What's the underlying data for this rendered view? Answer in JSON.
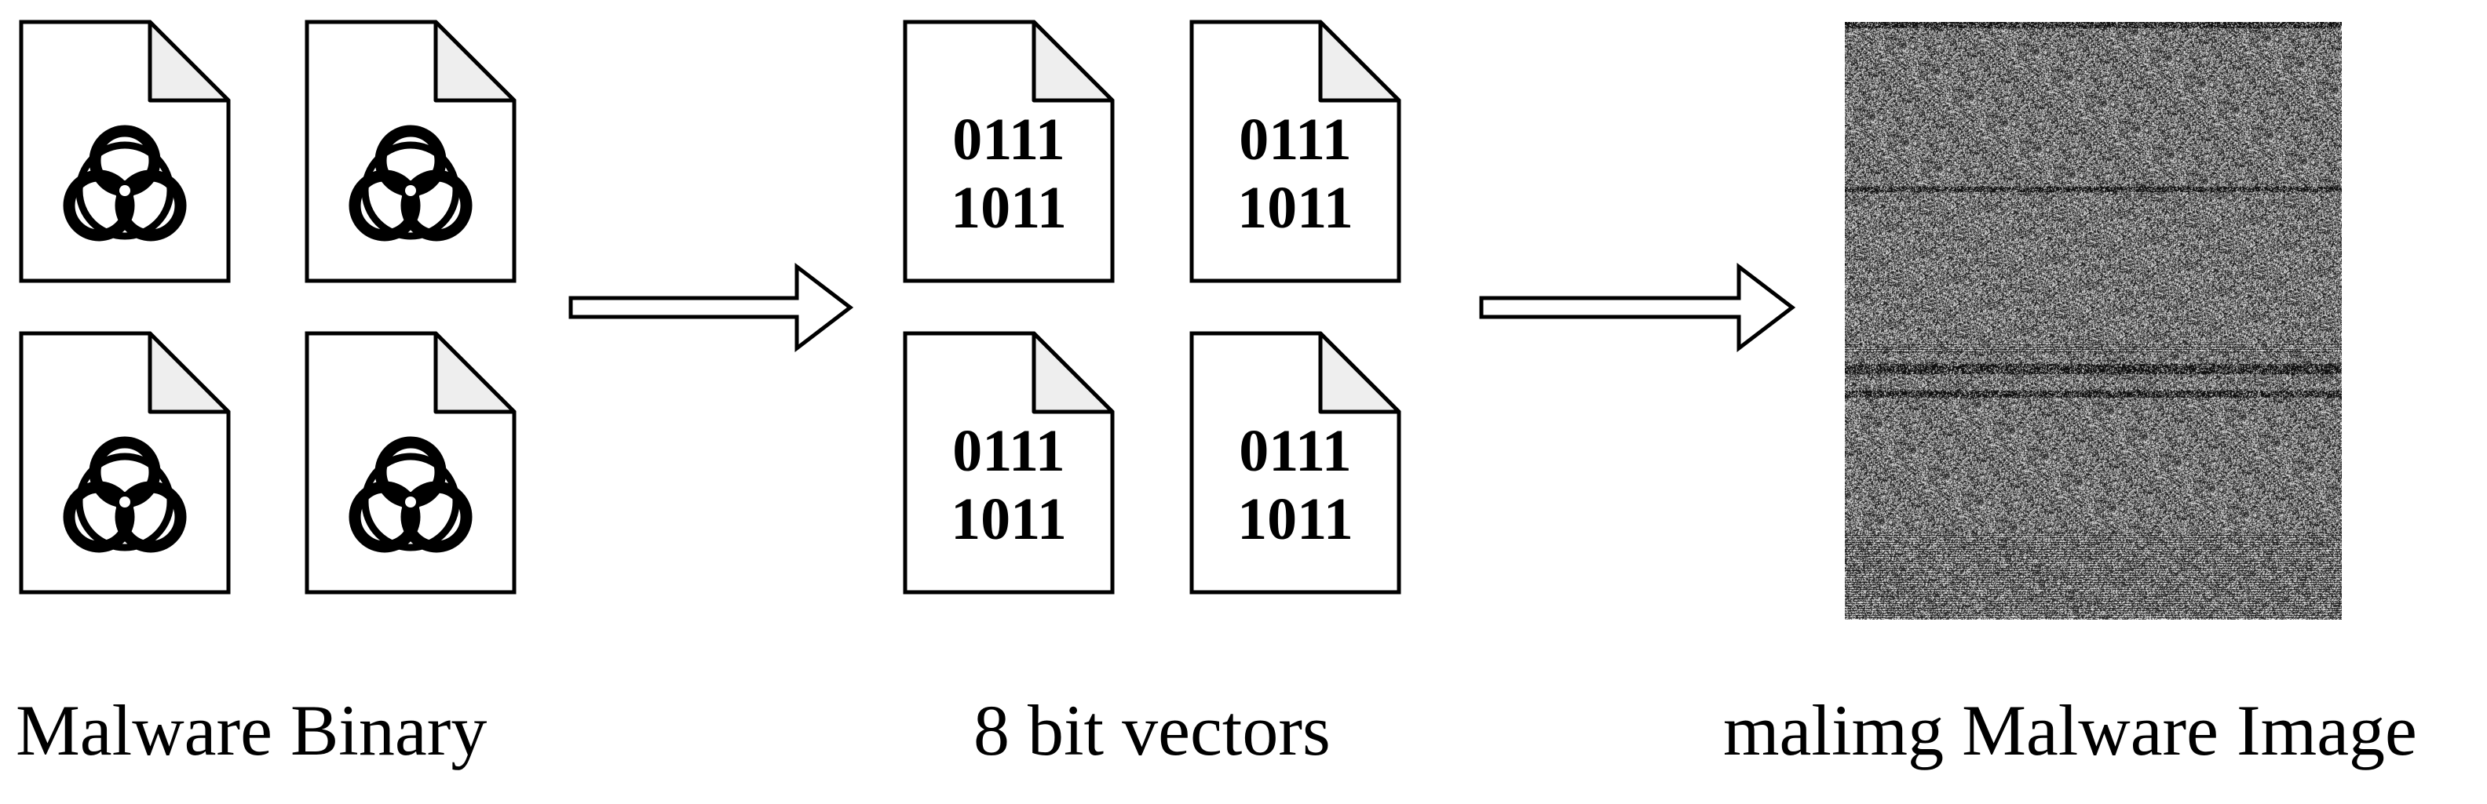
{
  "captions": {
    "binary": "Malware Binary",
    "vectors": "8 bit vectors",
    "image": "malimg Malware Image"
  },
  "vector_doc": {
    "line1": "0111",
    "line2": "1011"
  },
  "icons": {
    "malware_file": "biohazard-document-icon",
    "vector_file": "binary-document-icon",
    "arrow": "right-arrow-icon",
    "output": "grayscale-noise-image"
  },
  "colors": {
    "stroke": "#000000",
    "fold": "#eeeeee",
    "background": "#ffffff"
  }
}
